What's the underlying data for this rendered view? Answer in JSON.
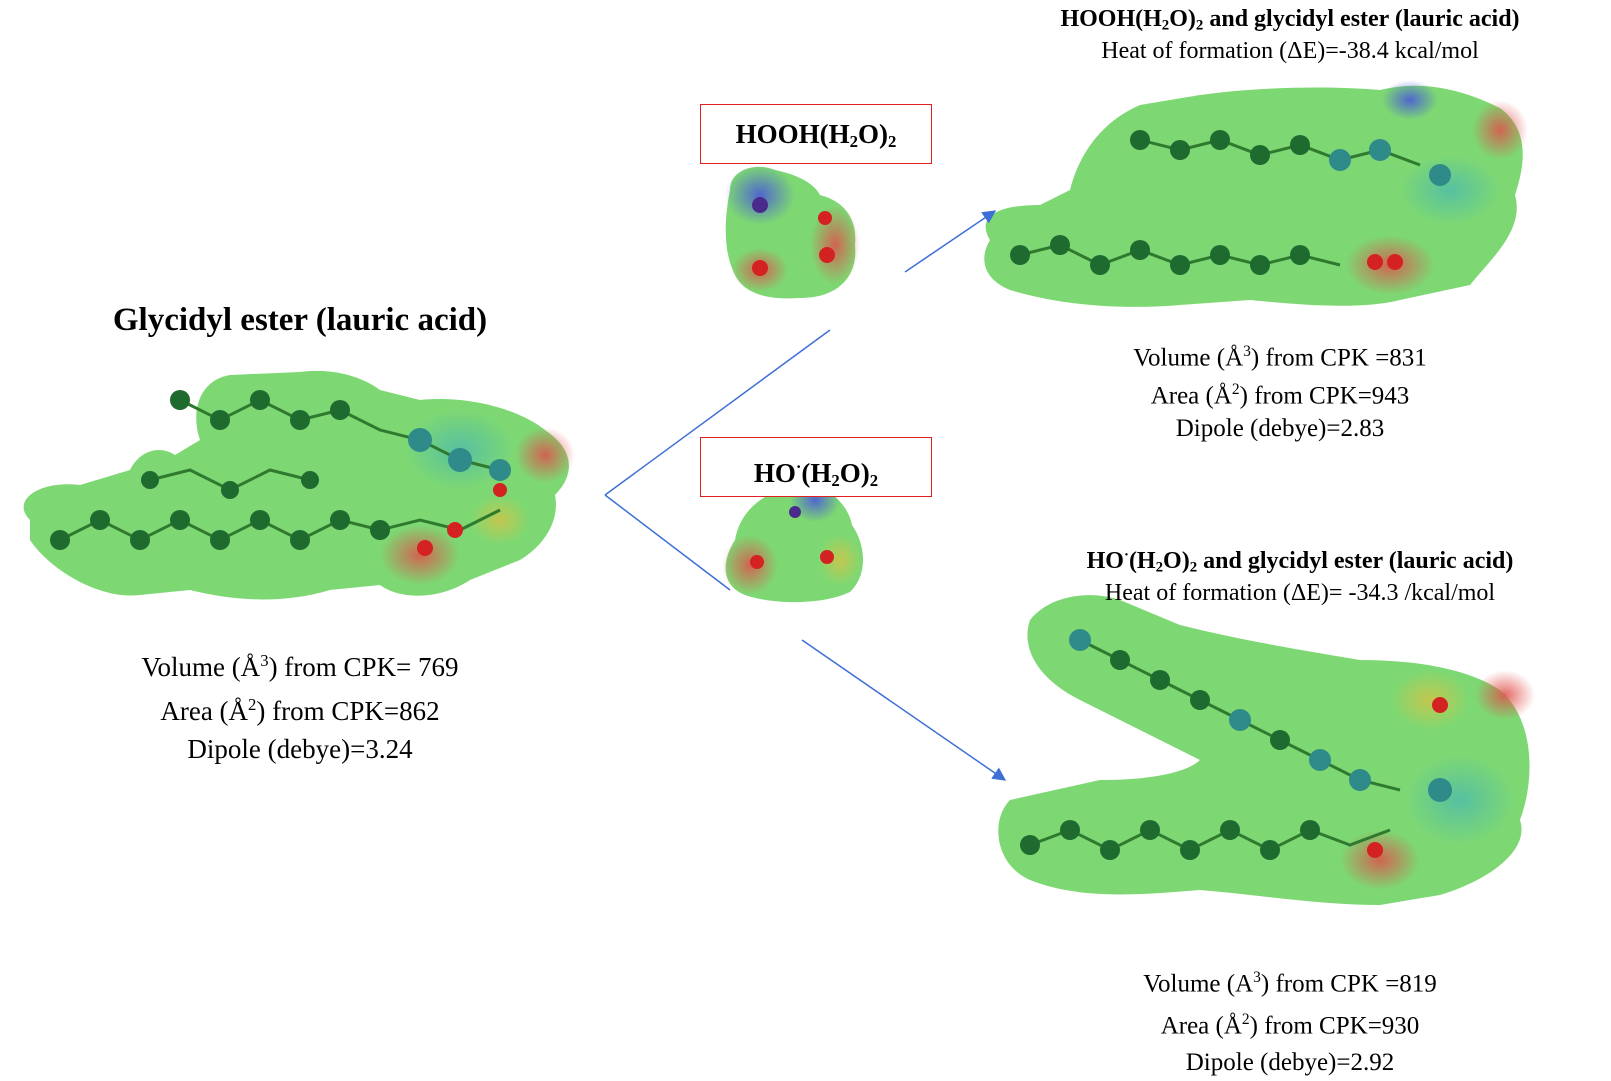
{
  "left": {
    "title": "Glycidyl ester (lauric acid)",
    "volume_pre": "Volume (Å",
    "volume_sup": "3",
    "volume_post": ") from CPK= 769",
    "area_pre": "Area (Å",
    "area_sup": "2",
    "area_post": ") from CPK=862",
    "dipole": "Dipole (debye)=3.24"
  },
  "reagent_top": {
    "a": "HOOH(H",
    "sub1": "2",
    "b": "O)",
    "sub2": "2"
  },
  "reagent_bottom": {
    "a": "HO",
    "sup": "·",
    "b": "(H",
    "sub1": "2",
    "c": "O)",
    "sub2": "2"
  },
  "top_right": {
    "title_a": "HOOH(H",
    "title_sub1": "2",
    "title_b": "O)",
    "title_sub2": "2",
    "title_c": " and glycidyl ester (lauric acid)",
    "heat": "Heat of formation (ΔE)=-38.4 kcal/mol",
    "volume_pre": "Volume (Å",
    "volume_sup": "3",
    "volume_post": ") from CPK =831",
    "area_pre": "Area (Å",
    "area_sup": "2",
    "area_post": ") from CPK=943",
    "dipole": "Dipole (debye)=2.83"
  },
  "bottom_right": {
    "title_a": "HO",
    "title_sup": "·",
    "title_b": "(H",
    "title_sub1": "2",
    "title_c": "O)",
    "title_sub2": "2",
    "title_d": " and glycidyl ester (lauric acid)",
    "heat": "Heat of formation (ΔE)= -34.3 /kcal/mol",
    "volume_pre": "Volume (A",
    "volume_sup": "3",
    "volume_post": ") from CPK =819",
    "area_pre": "Area (Å",
    "area_sup": "2",
    "area_post": ") from CPK=930",
    "dipole": "Dipole (debye)=2.92"
  },
  "colors": {
    "arrow": "#3d6fd6",
    "box_border": "#e02020",
    "surface_green": "#66d15a",
    "surface_red": "#e0504a",
    "surface_blue": "#4a5ad8",
    "surface_teal": "#4ab8b0",
    "atom_dark": "#1f6b2f",
    "atom_light": "#4cb84a",
    "atom_oxygen": "#d42222"
  }
}
